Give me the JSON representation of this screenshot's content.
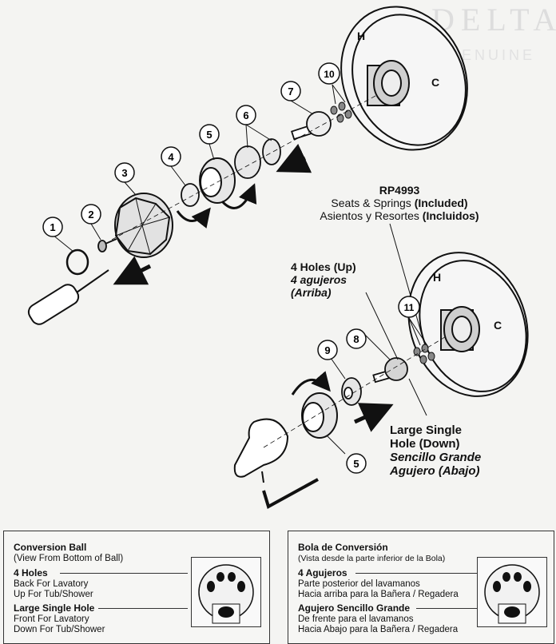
{
  "brand_watermark": "DELTA",
  "brand_watermark_sub": "GENUINE",
  "callouts": [
    "1",
    "2",
    "3",
    "4",
    "5",
    "6",
    "7",
    "10",
    "8",
    "9",
    "11",
    "5"
  ],
  "rp4993": {
    "part": "RP4993",
    "line1_en_prefix": "Seats & Springs",
    "line1_en_suffix": "(Included)",
    "line2_es_prefix": "Asientos y Resortes",
    "line2_es_suffix": "(Incluidos)"
  },
  "four_holes_up": {
    "en": "4 Holes (Up)",
    "es1": "4 agujeros",
    "es2": "(Arriba)"
  },
  "large_single_hole_down": {
    "en1": "Large Single",
    "en2": "Hole (Down)",
    "es1": "Sencillo Grande",
    "es2": "Agujero (Abajo)"
  },
  "panel_en": {
    "title": "Conversion Ball",
    "subtitle": "(View From Bottom of Ball)",
    "four_holes": "4 Holes",
    "four_holes_l1": "Back For Lavatory",
    "four_holes_l2": "Up For Tub/Shower",
    "single": "Large Single Hole",
    "single_l1": "Front For Lavatory",
    "single_l2": "Down For Tub/Shower"
  },
  "panel_es": {
    "title": "Bola de Conversión",
    "subtitle": "(Vista desde la parte inferior de la Bola)",
    "four_holes": "4 Agujeros",
    "four_holes_l1": "Parte posterior del lavamanos",
    "four_holes_l2": "Hacia arriba para la Bañera / Regadera",
    "single": "Agujero Sencillo Grande",
    "single_l1": "De frente para el lavamanos",
    "single_l2": "Hacia Abajo para la Bañera / Regadera"
  },
  "colors": {
    "ink": "#111111",
    "paper": "#f4f4f2",
    "part_fill": "#e4e4e2"
  }
}
